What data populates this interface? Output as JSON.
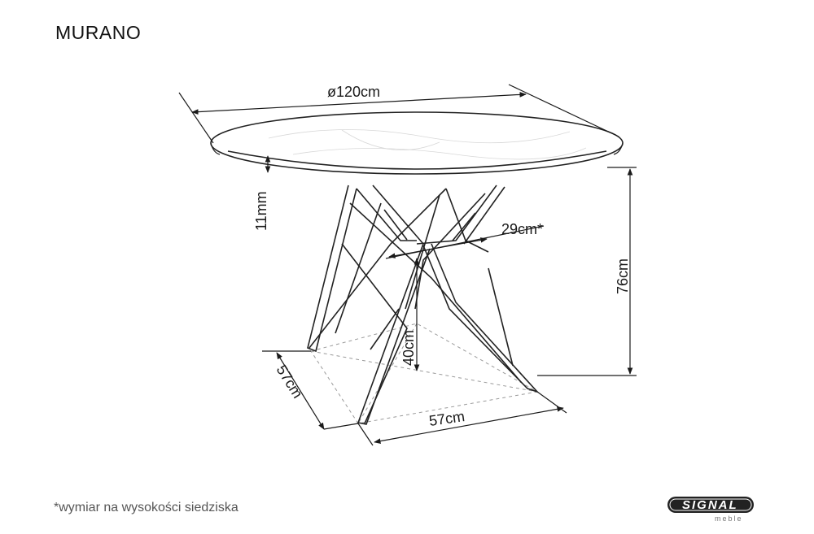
{
  "title": "MURANO",
  "footnote": "*wymiar na wysokości siedziska",
  "dimensions": {
    "diameter": "ø120cm",
    "top_thickness": "11mm",
    "inner_width": "29cm*",
    "height": "76cm",
    "inner_height": "40cm",
    "base_depth": "57cm",
    "base_width": "57cm"
  },
  "logo": {
    "name": "SIGNAL",
    "sub": "meble"
  }
}
